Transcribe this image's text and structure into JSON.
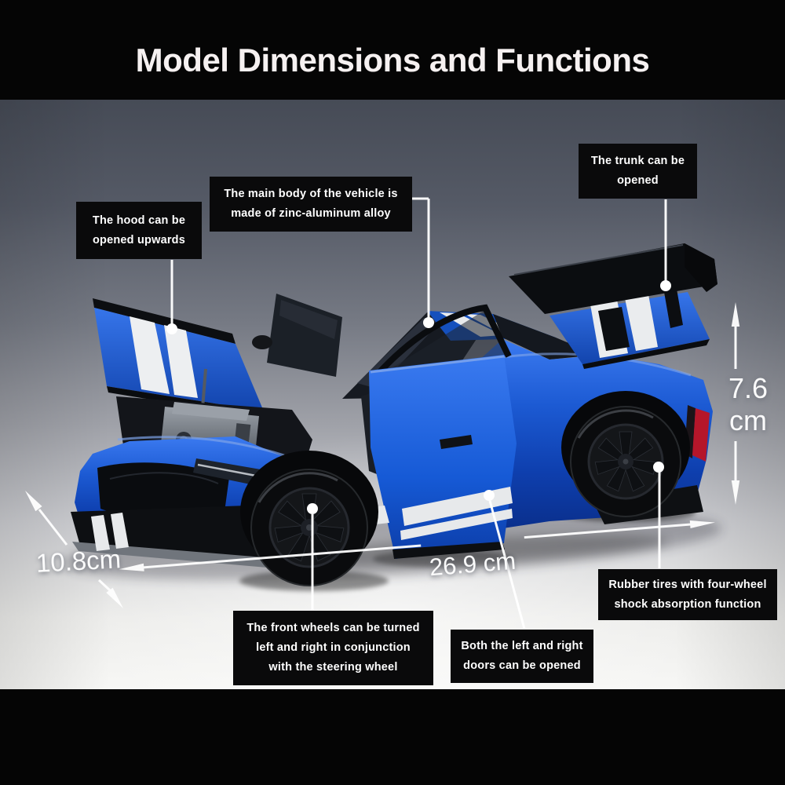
{
  "header": {
    "title": "Model Dimensions and Functions"
  },
  "callouts": {
    "hood": {
      "text": "The hood can be\nopened upwards"
    },
    "main_body": {
      "text": "The main body of the vehicle is\nmade of zinc-aluminum alloy"
    },
    "trunk": {
      "text": "The trunk can be\nopened"
    },
    "rubber_tires": {
      "text": "Rubber tires with four-wheel\nshock absorption function"
    },
    "front_wheels": {
      "text": "The front wheels can be turned\nleft and right in conjunction\nwith the steering wheel"
    },
    "doors": {
      "text": "Both the left and right\ndoors can be opened"
    }
  },
  "dimensions": {
    "height_label": "7.6\ncm",
    "width_label": "10.8cm",
    "length_label": "26.9 cm"
  },
  "subject": {
    "alt": "Blue die-cast model muscle car with white racing stripes, opened hood, opened doors and opened trunk with large rear spoiler"
  },
  "colors": {
    "band_bg": "#050505",
    "callout_bg": "#0a0a0b",
    "callout_text": "#ffffff",
    "annotation": "#ffffff",
    "car_body_blue": "#1c5ad3",
    "stripe_white": "#eaeced",
    "backdrop_top": "#464b56",
    "backdrop_bottom": "#f7f7f5"
  }
}
